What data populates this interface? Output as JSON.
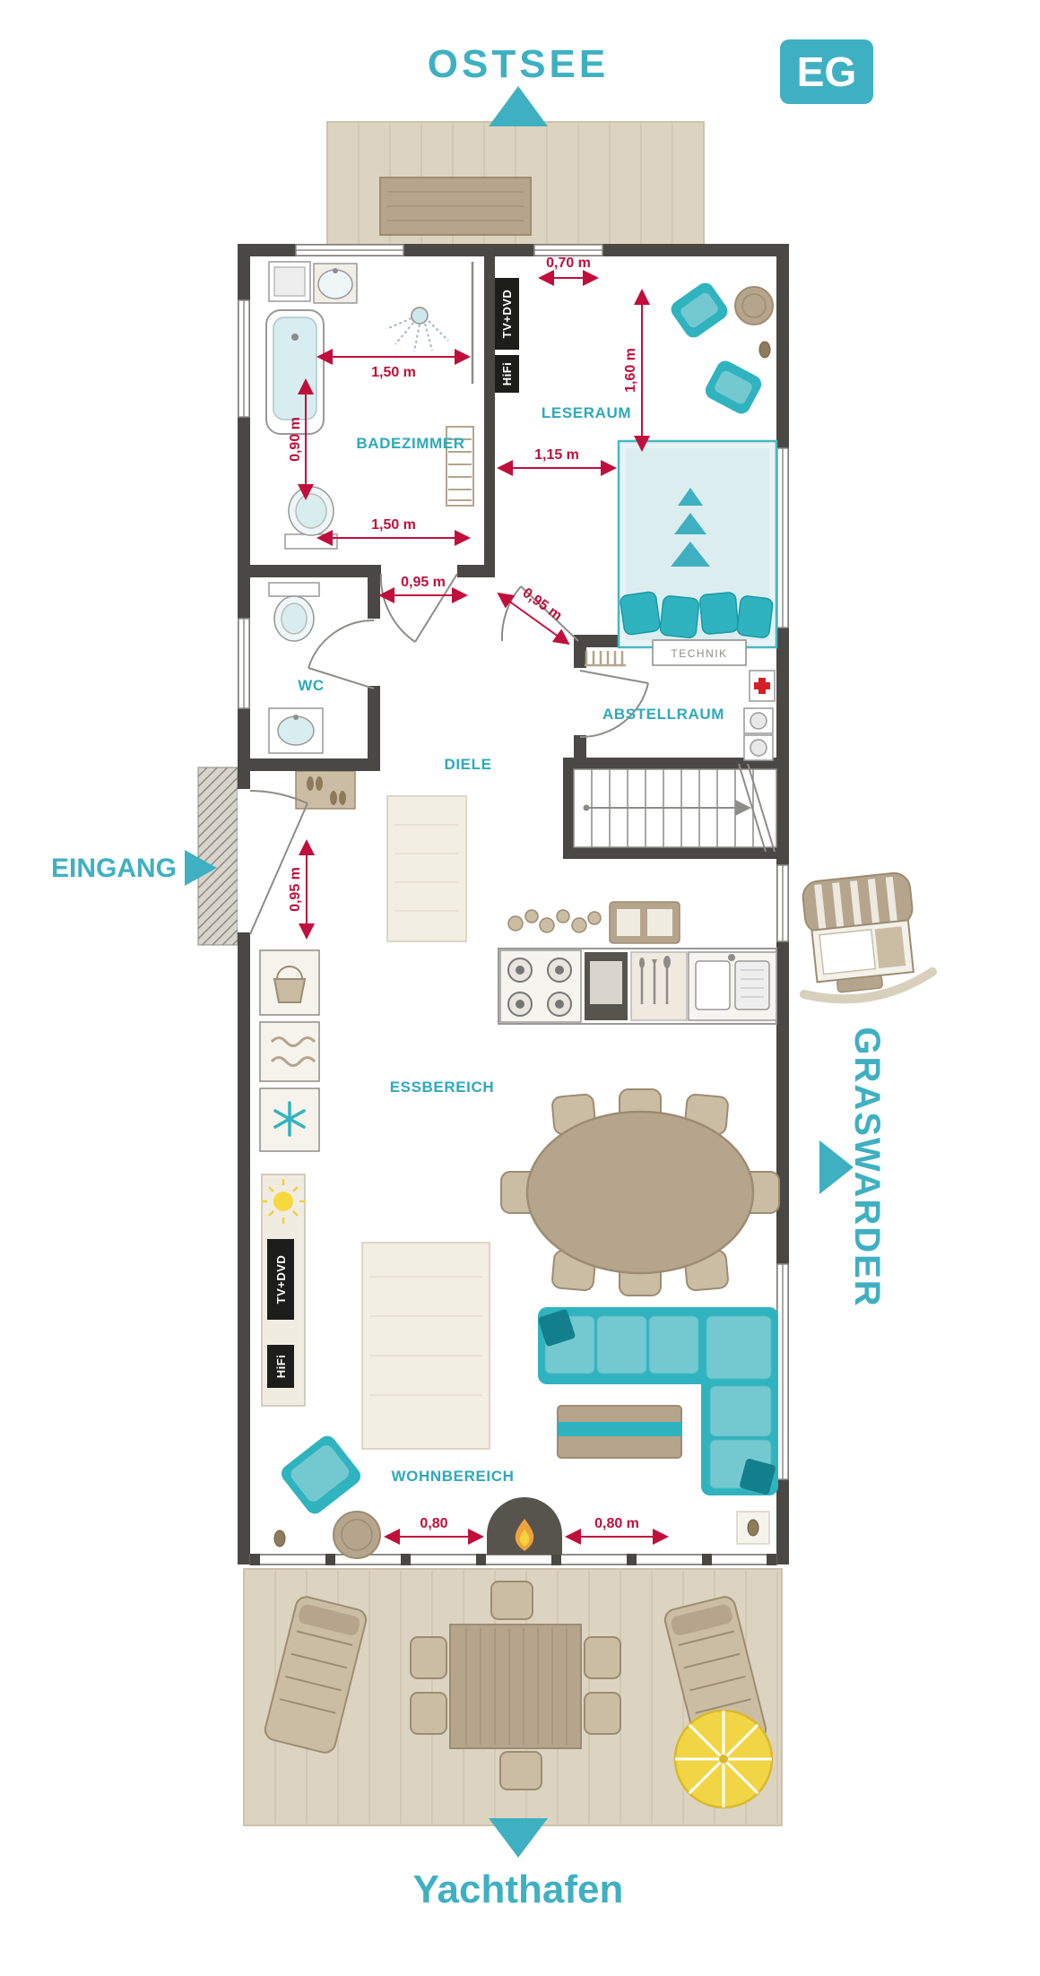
{
  "compass": {
    "north": "OSTSEE",
    "south": "Yachthafen",
    "west": "EINGANG",
    "east": "GRASWARDER"
  },
  "floor_badge": "EG",
  "rooms": {
    "badezimmer": "BADEZIMMER",
    "leseraum": "LESERAUM",
    "wc": "WC",
    "abstellraum": "ABSTELLRAUM",
    "diele": "DIELE",
    "essbereich": "ESSBEREICH",
    "wohnbereich": "WOHNBEREICH",
    "technik": "TECHNIK"
  },
  "media": {
    "leseraum_tv": "TV+DVD",
    "leseraum_hifi": "HiFi",
    "wohnbereich_tv": "TV+DVD",
    "wohnbereich_hifi": "HiFi"
  },
  "dimensions": {
    "leseraum_window": "0,70 m",
    "shower_width": "1,50 m",
    "bath_depth": "0,90 m",
    "leseraum_length": "1,60 m",
    "leseraum_width": "1,15 m",
    "bath_width": "1,50 m",
    "bath_door": "0,95 m",
    "leseraum_door": "0,95 m",
    "entrance_door": "0,95 m",
    "fireplace_left": "0,80",
    "fireplace_right": "0,80 m"
  },
  "colors": {
    "teal_label": "#3fb0c2",
    "room_label": "#2fa9ba",
    "dimension_red": "#c00f3c",
    "wall": "#4a4845",
    "deck": "#ddd3c1",
    "wood_tan": "#b5a58d",
    "furniture_teal": "#2fb3bf",
    "bed_light_teal": "#dcedf0",
    "parasol_yellow": "#f2d544"
  }
}
